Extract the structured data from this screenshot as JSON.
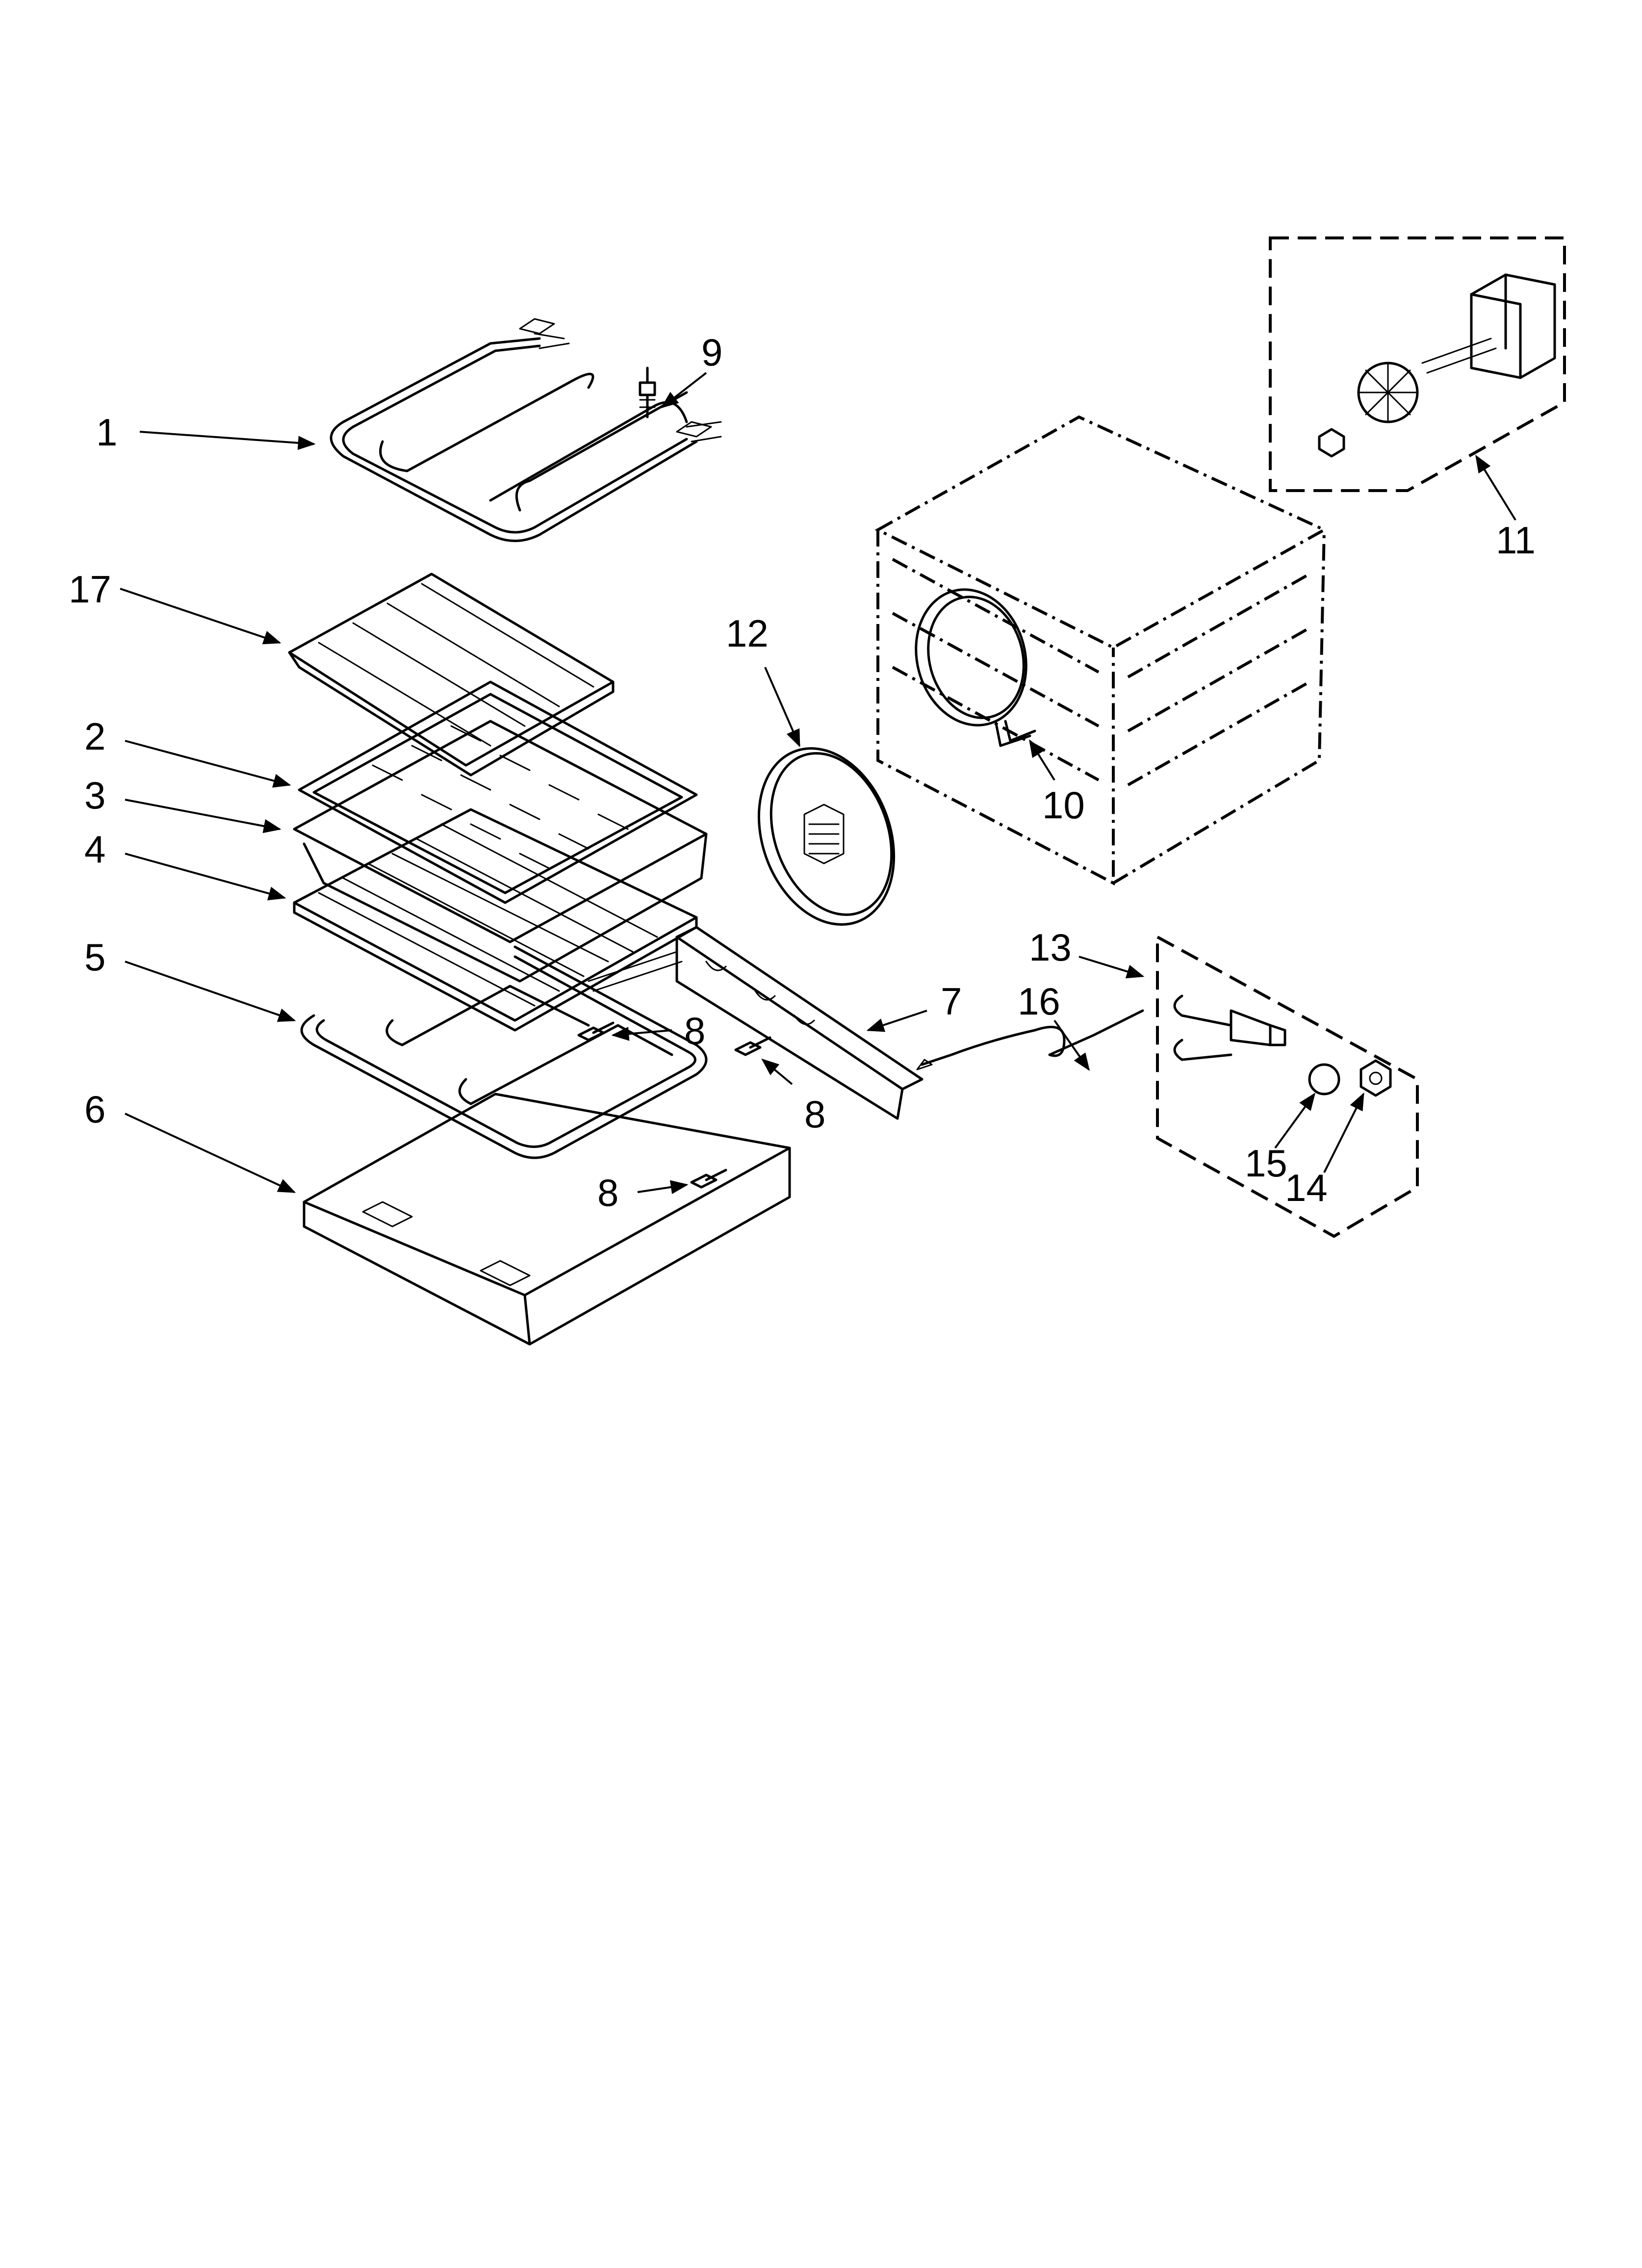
{
  "diagram": {
    "callouts": [
      {
        "id": "1",
        "label": "1"
      },
      {
        "id": "2",
        "label": "2"
      },
      {
        "id": "3",
        "label": "3"
      },
      {
        "id": "4",
        "label": "4"
      },
      {
        "id": "5",
        "label": "5"
      },
      {
        "id": "6",
        "label": "6"
      },
      {
        "id": "7",
        "label": "7"
      },
      {
        "id": "8a",
        "label": "8"
      },
      {
        "id": "8b",
        "label": "8"
      },
      {
        "id": "8c",
        "label": "8"
      },
      {
        "id": "9",
        "label": "9"
      },
      {
        "id": "10",
        "label": "10"
      },
      {
        "id": "11",
        "label": "11"
      },
      {
        "id": "12",
        "label": "12"
      },
      {
        "id": "13",
        "label": "13"
      },
      {
        "id": "14",
        "label": "14"
      },
      {
        "id": "15",
        "label": "15"
      },
      {
        "id": "16",
        "label": "16"
      },
      {
        "id": "17",
        "label": "17"
      }
    ]
  }
}
